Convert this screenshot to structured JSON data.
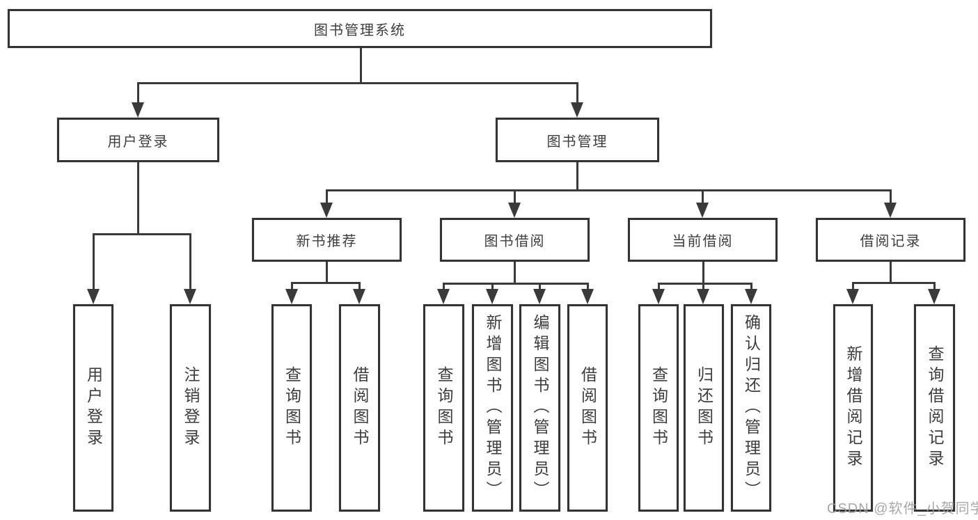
{
  "tree": {
    "label": "图书管理系统",
    "children": [
      {
        "label": "用户登录",
        "children": [
          {
            "label": "用户登录"
          },
          {
            "label": "注销登录"
          }
        ]
      },
      {
        "label": "图书管理",
        "children": [
          {
            "label": "新书推荐",
            "children": [
              {
                "label": "查询图书"
              },
              {
                "label": "借阅图书"
              }
            ]
          },
          {
            "label": "图书借阅",
            "children": [
              {
                "label": "查询图书"
              },
              {
                "label": "新增图书（管理员）"
              },
              {
                "label": "编辑图书（管理员）"
              },
              {
                "label": "借阅图书"
              }
            ]
          },
          {
            "label": "当前借阅",
            "children": [
              {
                "label": "查询图书"
              },
              {
                "label": "归还图书"
              },
              {
                "label": "确认归还（管理员）"
              }
            ]
          },
          {
            "label": "借阅记录",
            "children": [
              {
                "label": "新增借阅记录"
              },
              {
                "label": "查询借阅记录"
              }
            ]
          }
        ]
      }
    ]
  },
  "watermark": "CSDN @软件_小贺同学",
  "colors": {
    "line": "#3a3a3a",
    "box_border": "#333333",
    "text": "#3d3d3d",
    "watermark": "#9f9f9f",
    "background": "#ffffff"
  }
}
